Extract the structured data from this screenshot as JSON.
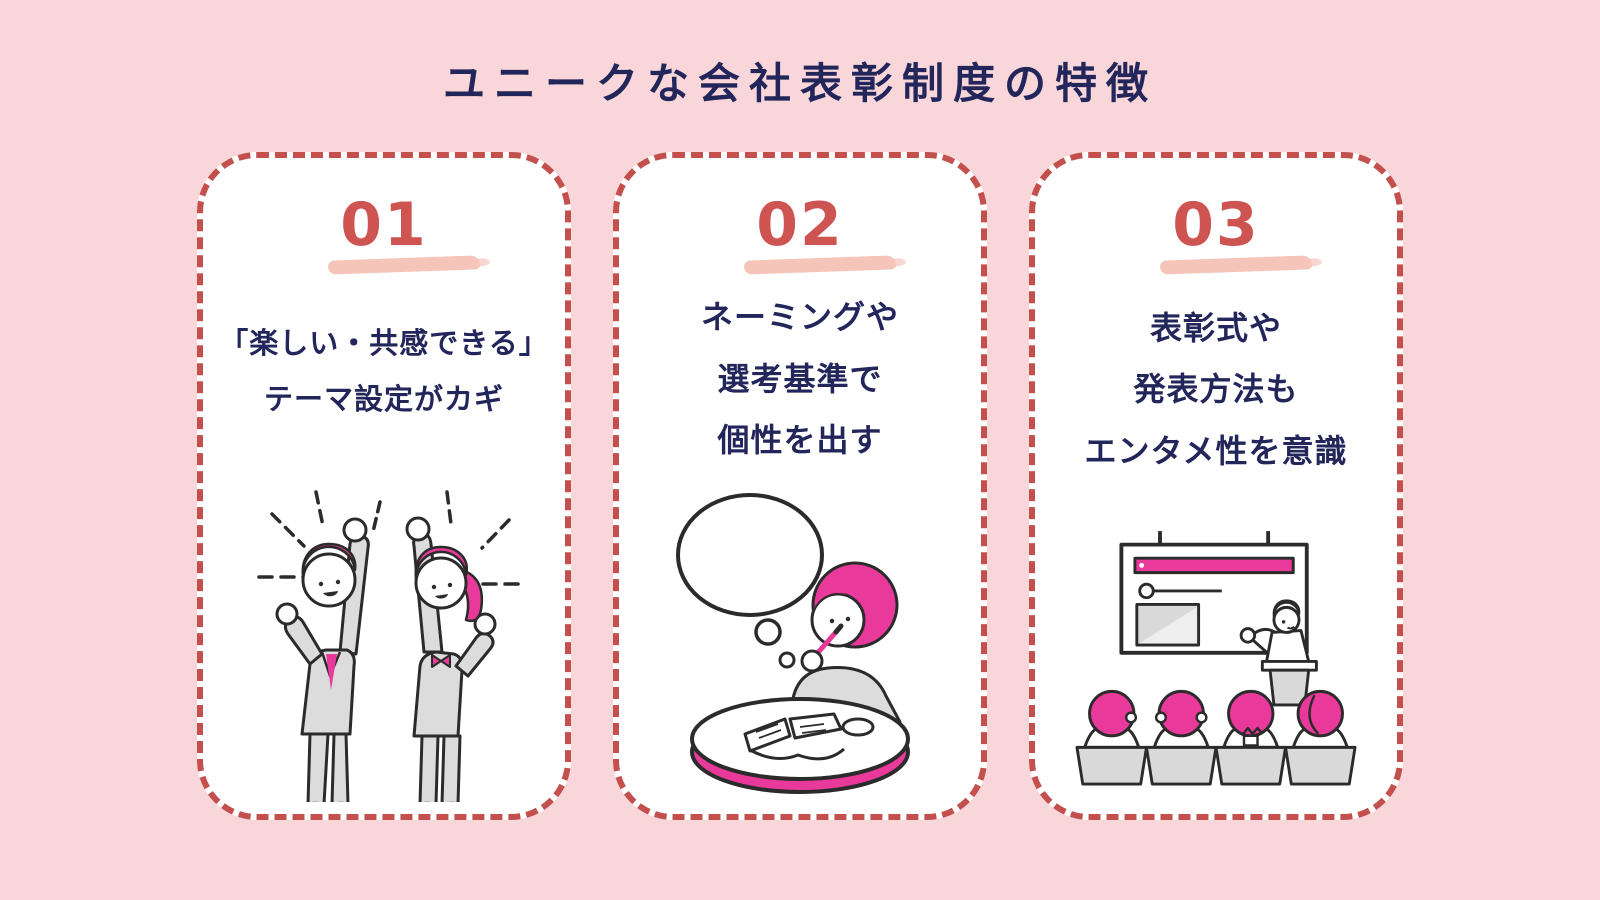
{
  "title": "ユニークな会社表彰制度の特徴",
  "colors": {
    "background": "#f8d6d9",
    "card_background": "#ffffff",
    "card_border_dashed": "#c3504d",
    "number_red": "#cd5450",
    "number_brush_underline": "#f6c5ba",
    "text_navy": "#23265a",
    "illustration_pink": "#e93a9c",
    "illustration_gray": "#dcdcdc",
    "illustration_outline": "#2b2b2b"
  },
  "cards": [
    {
      "number": "01",
      "lines": [
        "「楽しい・共感できる」",
        "テーマ設定がカギ"
      ],
      "illustration": "two-people-celebrating"
    },
    {
      "number": "02",
      "lines": [
        "ネーミングや",
        "選考基準で",
        "個性を出す"
      ],
      "illustration": "person-thinking-at-table"
    },
    {
      "number": "03",
      "lines": [
        "表彰式や",
        "発表方法も",
        "エンタメ性を意識"
      ],
      "illustration": "award-ceremony-presentation"
    }
  ]
}
